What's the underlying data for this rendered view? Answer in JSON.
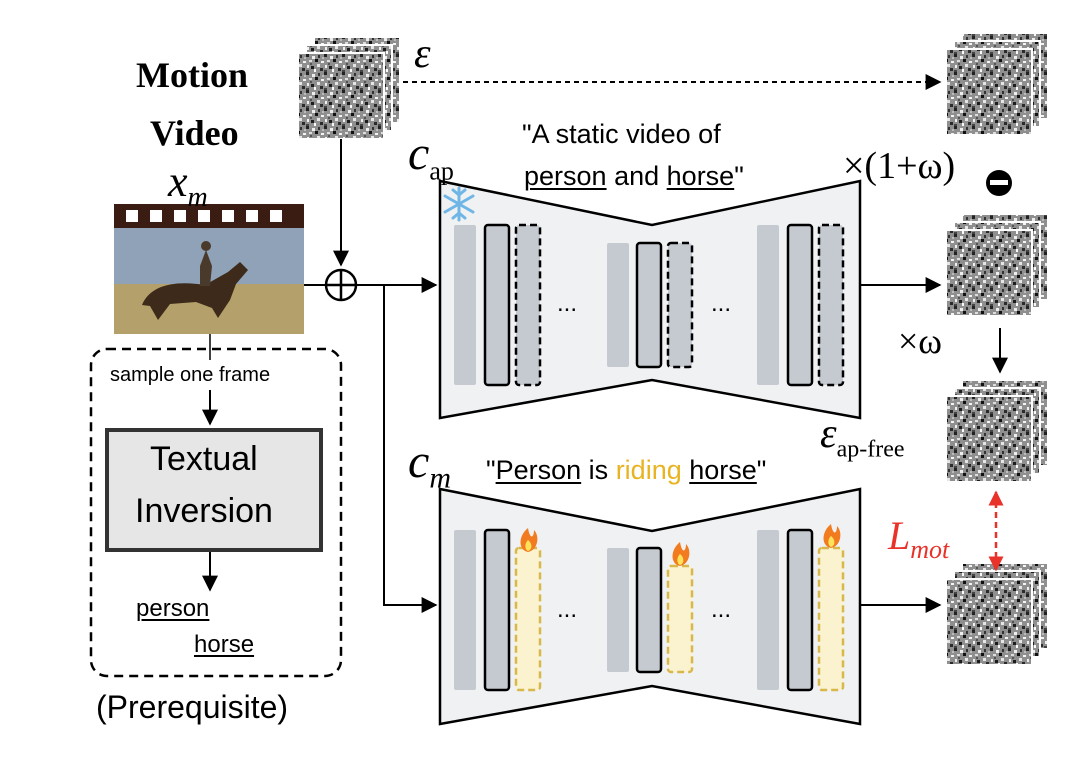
{
  "motion_video": {
    "title_line1": "Motion",
    "title_line2": "Video",
    "symbol": "x",
    "symbol_sub": "m"
  },
  "noise": {
    "symbol": "ε"
  },
  "appearance_branch": {
    "cond_symbol": "c",
    "cond_sub": "ap",
    "prompt_line1": "\"A static video of",
    "prompt_word1": "person",
    "prompt_mid": "and",
    "prompt_word2": "horse",
    "prompt_end": "\"",
    "frozen_icon": "snowflake-icon"
  },
  "motion_branch": {
    "cond_symbol": "c",
    "cond_sub": "m",
    "prompt_open": "\"",
    "prompt_word1": "Person",
    "prompt_is": "is",
    "prompt_verb": "riding",
    "prompt_word2": "horse",
    "prompt_close": "\"",
    "trainable_icon": "fire-icon"
  },
  "ellipsis": "...",
  "scale_1": "×(1+ω)",
  "minus_symbol": "⊖",
  "scale_2": "×ω",
  "ap_free": {
    "symbol": "ε",
    "sub": "ap-free"
  },
  "loss": {
    "symbol": "L",
    "sub": "mot"
  },
  "prerequisite": {
    "sample_label": "sample one frame",
    "box_line1": "Textual",
    "box_line2": "Inversion",
    "token1": "person",
    "token2": "horse",
    "caption": "(Prerequisite)"
  },
  "colors": {
    "frame_block": "#c5cad1",
    "unet_fill": "#f0f1f2",
    "trainable_fill": "#fbf3d0",
    "trainable_border": "#d8b84a",
    "highlight_text": "#e8b422",
    "loss_red": "#e8322a"
  }
}
